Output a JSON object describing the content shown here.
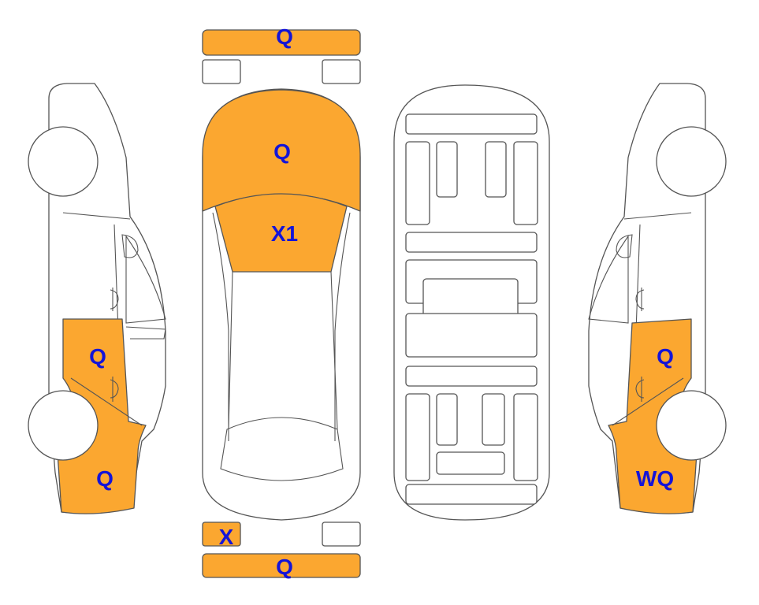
{
  "colors": {
    "damage": "#FBA730",
    "label": "#1414D8"
  },
  "labels": {
    "front_bumper": "Q",
    "hood": "Q",
    "windshield": "X1",
    "left_rear_door": "Q",
    "left_rear_quarter": "Q",
    "rear_left_light": "X",
    "rear_bumper": "Q",
    "right_rear_door": "Q",
    "right_rear_quarter": "WQ"
  }
}
